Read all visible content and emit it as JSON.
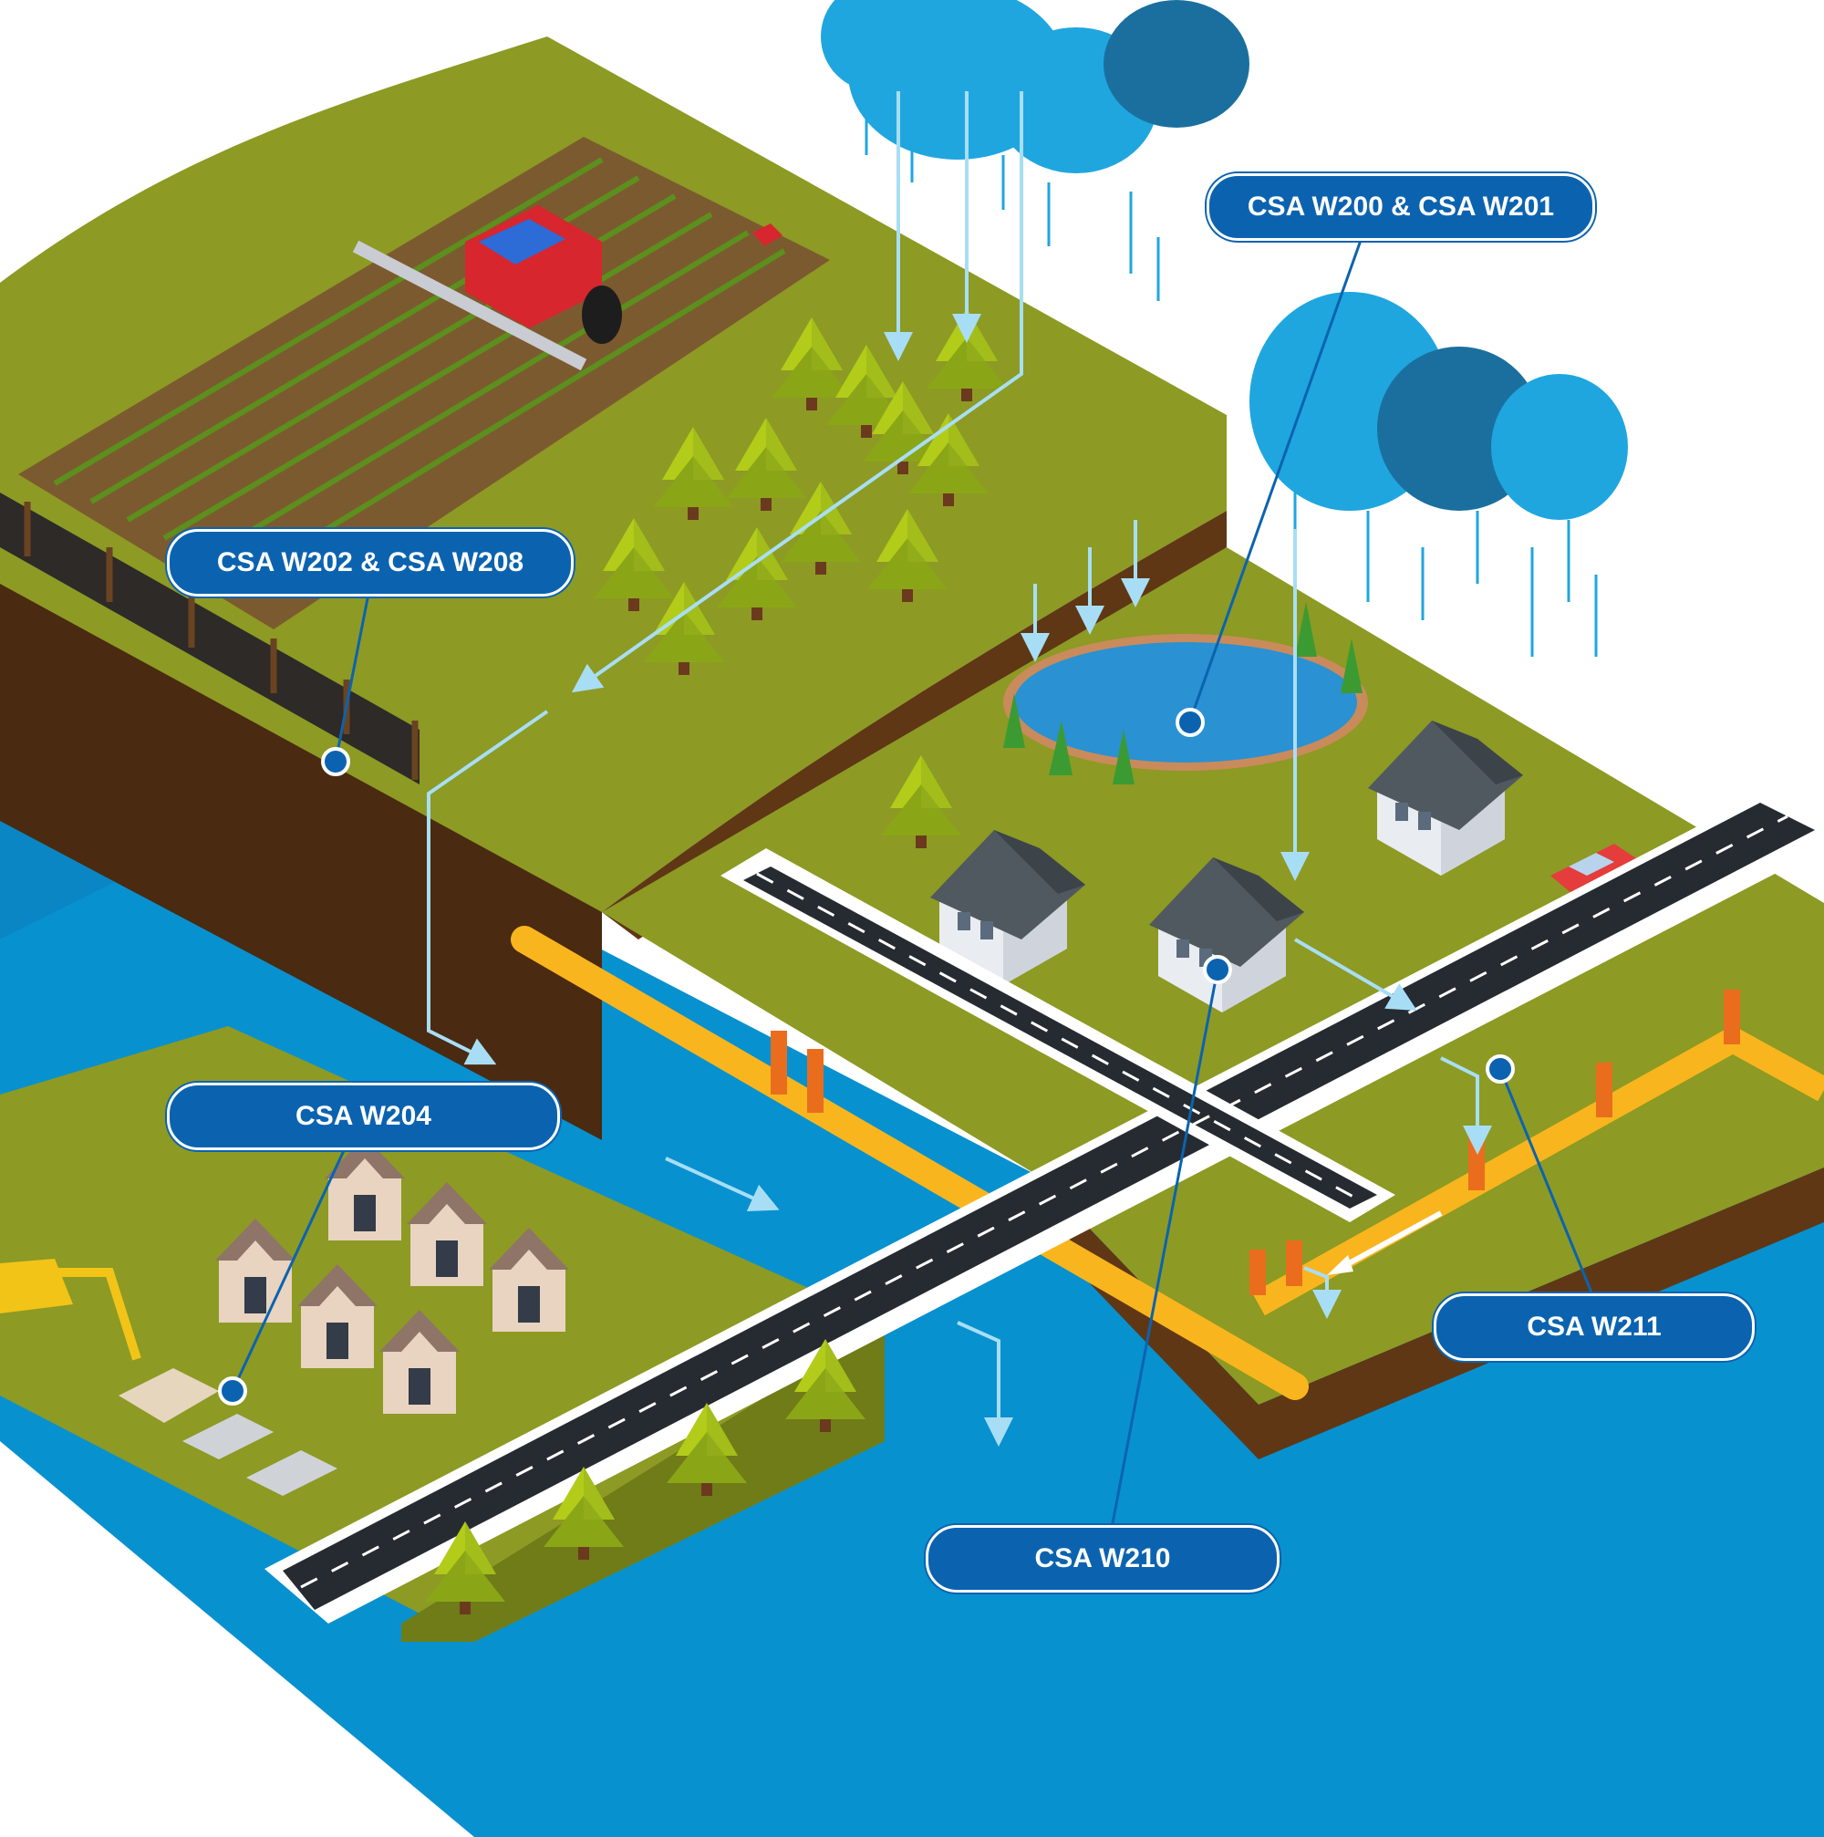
{
  "colors": {
    "water": "#0891cf",
    "grass": "#8d9a24",
    "grass_dark": "#6f7c17",
    "soil": "#4a2a10",
    "road": "#262b31",
    "pipe": "#f9b51d",
    "cloud": "#1fa6df",
    "cloud_dark": "#1b6f9e",
    "label_bg": "#0b63b0",
    "flow_arrow": "#a8def5"
  },
  "labels": {
    "w200_w201": "CSA W200 & CSA W201",
    "w202_w208": "CSA W202 & CSA W208",
    "w204": "CSA W204",
    "w210": "CSA W210",
    "w211": "CSA W211"
  }
}
